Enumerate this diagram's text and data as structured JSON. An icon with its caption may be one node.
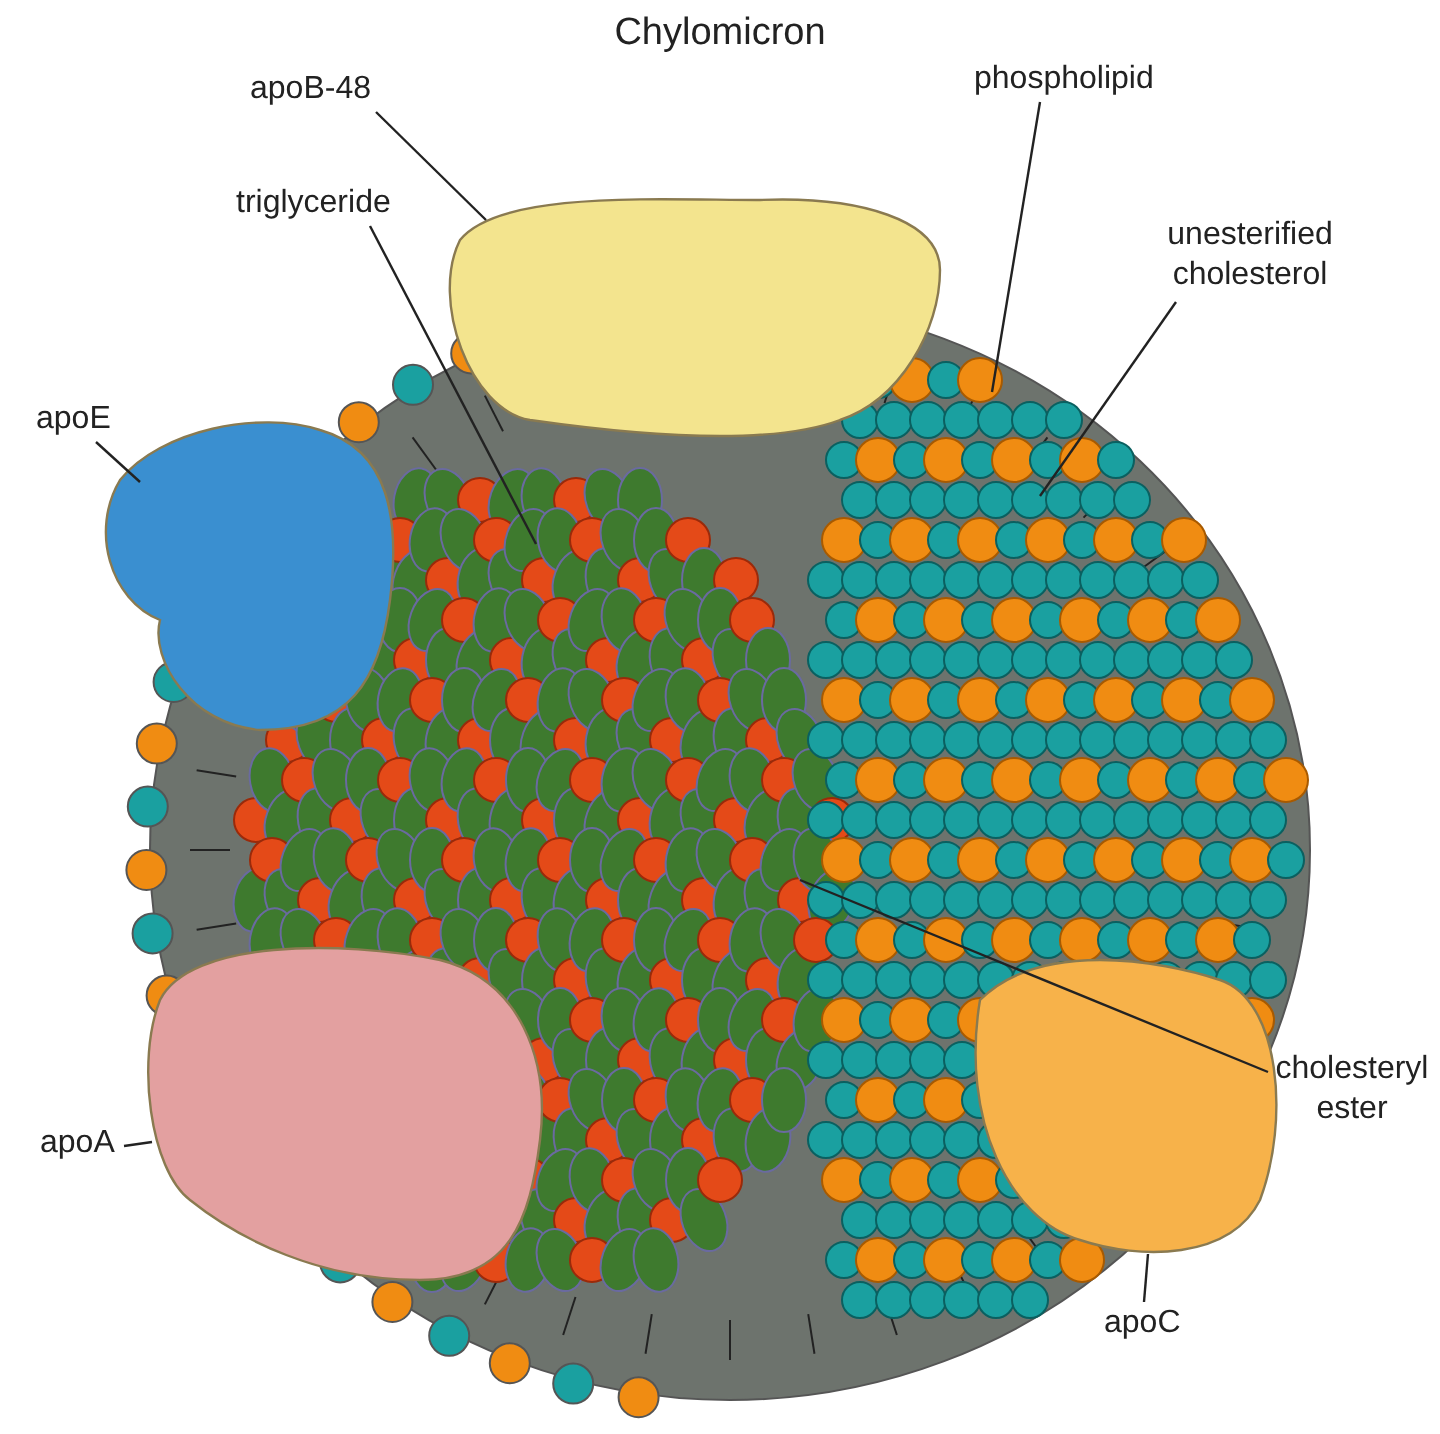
{
  "diagram": {
    "title": "Chylomicron",
    "nodes": [
      {
        "text": [
          "apoB-48"
        ]
      },
      {
        "text": [],
        "shape": "picture"
      },
      {
        "text": [
          "triglyceride"
        ]
      },
      {
        "text": [
          "phospholipid"
        ]
      },
      {
        "text": [
          "unesterified cholesterol"
        ]
      },
      {
        "text": [
          "apoE"
        ]
      },
      {
        "text": [],
        "shape": "picture"
      },
      {
        "text": [
          "apoA"
        ]
      },
      {
        "text": [],
        "shape": "picture"
      },
      {
        "text": [
          "cholesteryl ester"
        ]
      },
      {
        "text": [],
        "shape": "picture"
      },
      {
        "text": [
          "apoC"
        ]
      }
    ],
    "edges": [
      {
        "from": 0,
        "to": 1,
        "arrow": "none"
      },
      {
        "from": 2,
        "to": null,
        "arrow": "none"
      },
      {
        "from": 3,
        "to": null,
        "arrow": "none"
      },
      {
        "from": 4,
        "to": null,
        "arrow": "none"
      },
      {
        "from": 5,
        "to": 6,
        "arrow": "none"
      },
      {
        "from": 7,
        "to": 8,
        "arrow": "none"
      },
      {
        "from": 9,
        "to": null,
        "arrow": "none"
      },
      {
        "from": 11,
        "to": 10,
        "arrow": "none"
      }
    ]
  }
}
